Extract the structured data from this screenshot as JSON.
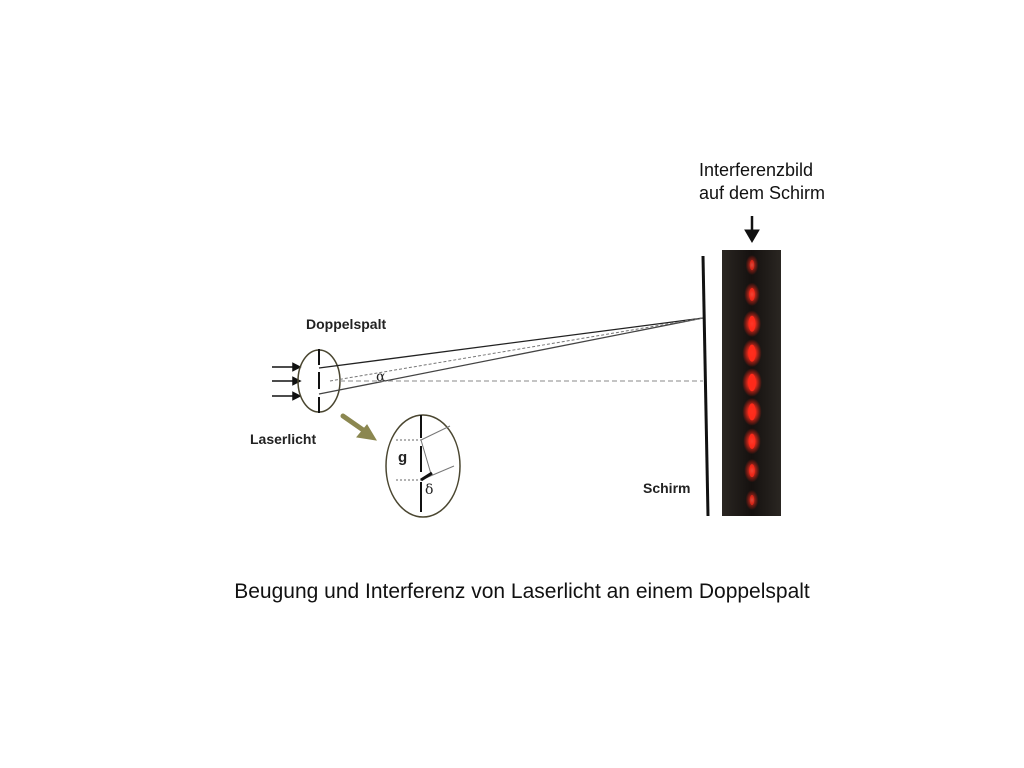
{
  "labels": {
    "interference_line1": "Interferenzbild",
    "interference_line2": "auf dem Schirm",
    "doppelspalt": "Doppelspalt",
    "laserlicht": "Laserlicht",
    "schirm": "Schirm",
    "alpha": "α",
    "g": "g",
    "delta": "δ"
  },
  "caption": "Beugung und Interferenz von Laserlicht an einem Doppelspalt",
  "colors": {
    "fringe": "#ff2a1a",
    "screen_photo_bg": "#1a1512",
    "zoom_arrow": "#8b8750",
    "lens_outline": "#4a4630"
  },
  "fringe_pattern": {
    "count": 9,
    "relative_intensity": [
      0.35,
      0.6,
      0.85,
      0.95,
      1.0,
      0.95,
      0.8,
      0.6,
      0.35
    ]
  }
}
